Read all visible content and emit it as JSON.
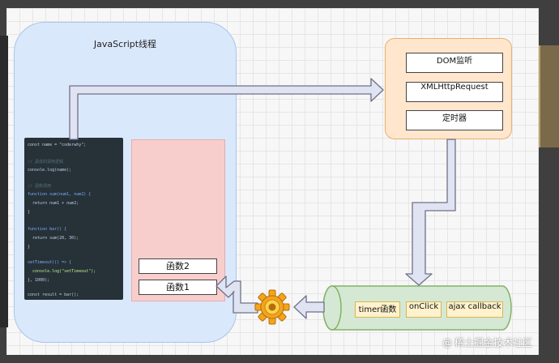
{
  "js_thread": {
    "title": "JavaScript线程"
  },
  "call_stack": {
    "items": [
      "函数2",
      "函数1"
    ]
  },
  "web_apis": {
    "items": [
      "DOM监听",
      "XMLHttpRequest",
      "定时器"
    ]
  },
  "task_queue": {
    "items": [
      "timer函数",
      "onClick",
      "ajax callback"
    ]
  },
  "code_lines": [
    "const name = \"coderwhy\";",
    "// 具体的调用逻辑",
    "console.log(name);",
    "// 函数调用",
    "function sum(num1, num2) {",
    "  return num1 + num2;",
    "}",
    "function bar() {",
    "  return sum(20, 30);",
    "}",
    "setTimeout(() => {",
    "  console.log(\"setTimeout\");",
    "}, 1000);",
    "const result = bar();"
  ],
  "watermark": {
    "at": "@",
    "text": "稀土掘金技术社区"
  },
  "colors": {
    "js_thread_fill": "#dae8fc",
    "call_stack_fill": "#f8cecc",
    "web_api_fill": "#ffe6cc",
    "queue_fill": "#d5e8d4",
    "queue_item_fill": "#fff2cc",
    "arrow_fill": "#dfe3f2",
    "arrow_stroke": "#6f7188",
    "code_bg": "#263238"
  },
  "icons": {
    "gear": "gear-icon"
  }
}
